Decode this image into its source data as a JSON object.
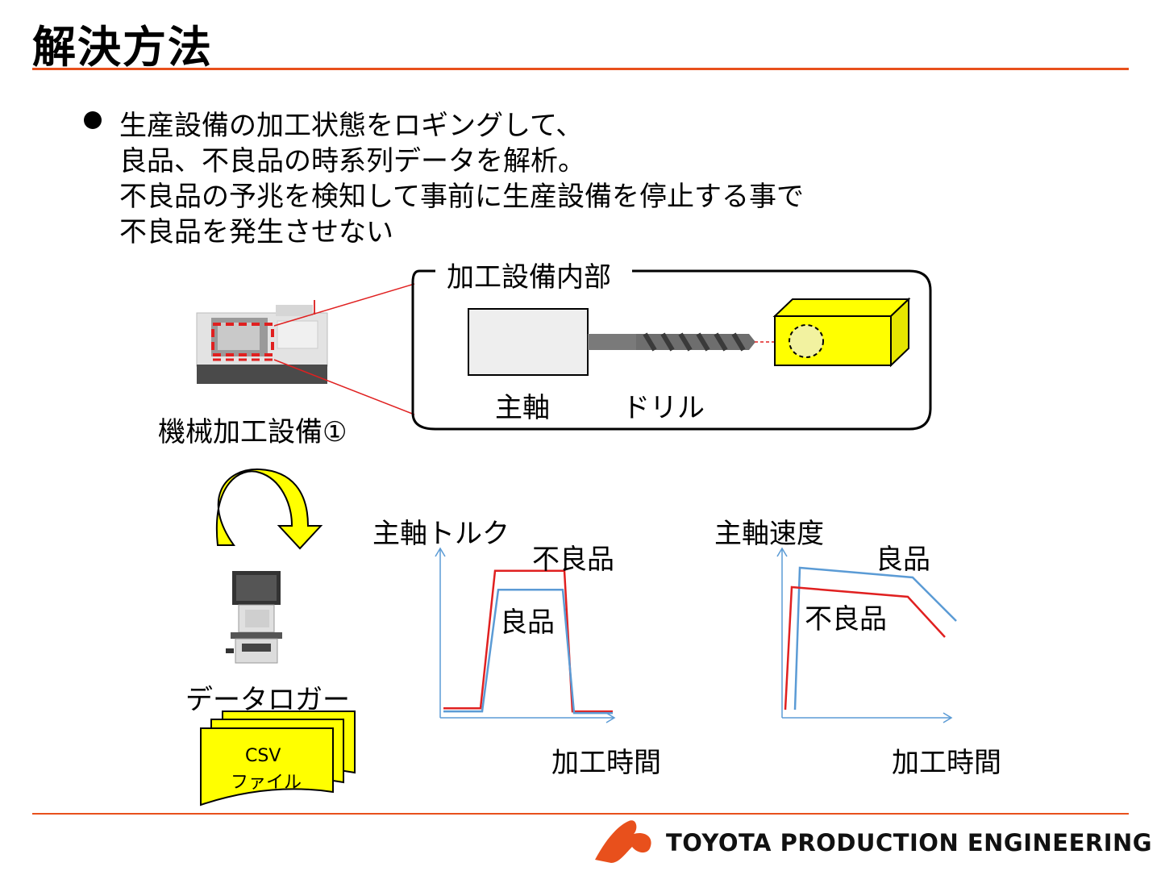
{
  "title": "解決方法",
  "bullet": {
    "lines": [
      "生産設備の加工状態をロギングして、",
      "良品、不良品の時系列データを解析。",
      "不良品の予兆を検知して事前に生産設備を停止する事で",
      "不良品を発生させない"
    ]
  },
  "diagram": {
    "machine_label": "機械加工設備①",
    "inner_box_title": "加工設備内部",
    "spindle_label": "主軸",
    "drill_label": "ドリル",
    "logger_label": "データロガー",
    "csv_line1": "CSV",
    "csv_line2": "ファイル"
  },
  "colors": {
    "accent_rule": "#e8501c",
    "highlight_yellow": "#ffff00",
    "bad_series": "#e02020",
    "good_series": "#5b9bd5"
  },
  "chart_data": [
    {
      "type": "line",
      "title": "主軸トルク",
      "xlabel": "加工時間",
      "ylabel": "",
      "grid": false,
      "x": [
        0,
        1,
        2,
        3,
        4,
        5,
        6,
        7
      ],
      "series": [
        {
          "name": "不良品",
          "color": "#e02020",
          "values": [
            0.05,
            0.05,
            0.92,
            0.92,
            0.92,
            0.03,
            0.03,
            0.03
          ]
        },
        {
          "name": "良品",
          "color": "#5b9bd5",
          "values": [
            0.03,
            0.03,
            0.8,
            0.8,
            0.8,
            0.02,
            0.02,
            0.02
          ]
        }
      ],
      "ylim": [
        0,
        1
      ]
    },
    {
      "type": "line",
      "title": "主軸速度",
      "xlabel": "加工時間",
      "ylabel": "",
      "grid": false,
      "x": [
        0,
        1,
        2,
        3,
        4
      ],
      "series": [
        {
          "name": "良品",
          "color": "#5b9bd5",
          "values": [
            0.0,
            0.88,
            0.82,
            0.55,
            0.55
          ]
        },
        {
          "name": "不良品",
          "color": "#e02020",
          "values": [
            0.0,
            0.76,
            0.7,
            0.45,
            0.45
          ]
        }
      ],
      "ylim": [
        0,
        1
      ]
    }
  ],
  "logo": {
    "text": "TOYOTA PRODUCTION ENGINEERING"
  }
}
